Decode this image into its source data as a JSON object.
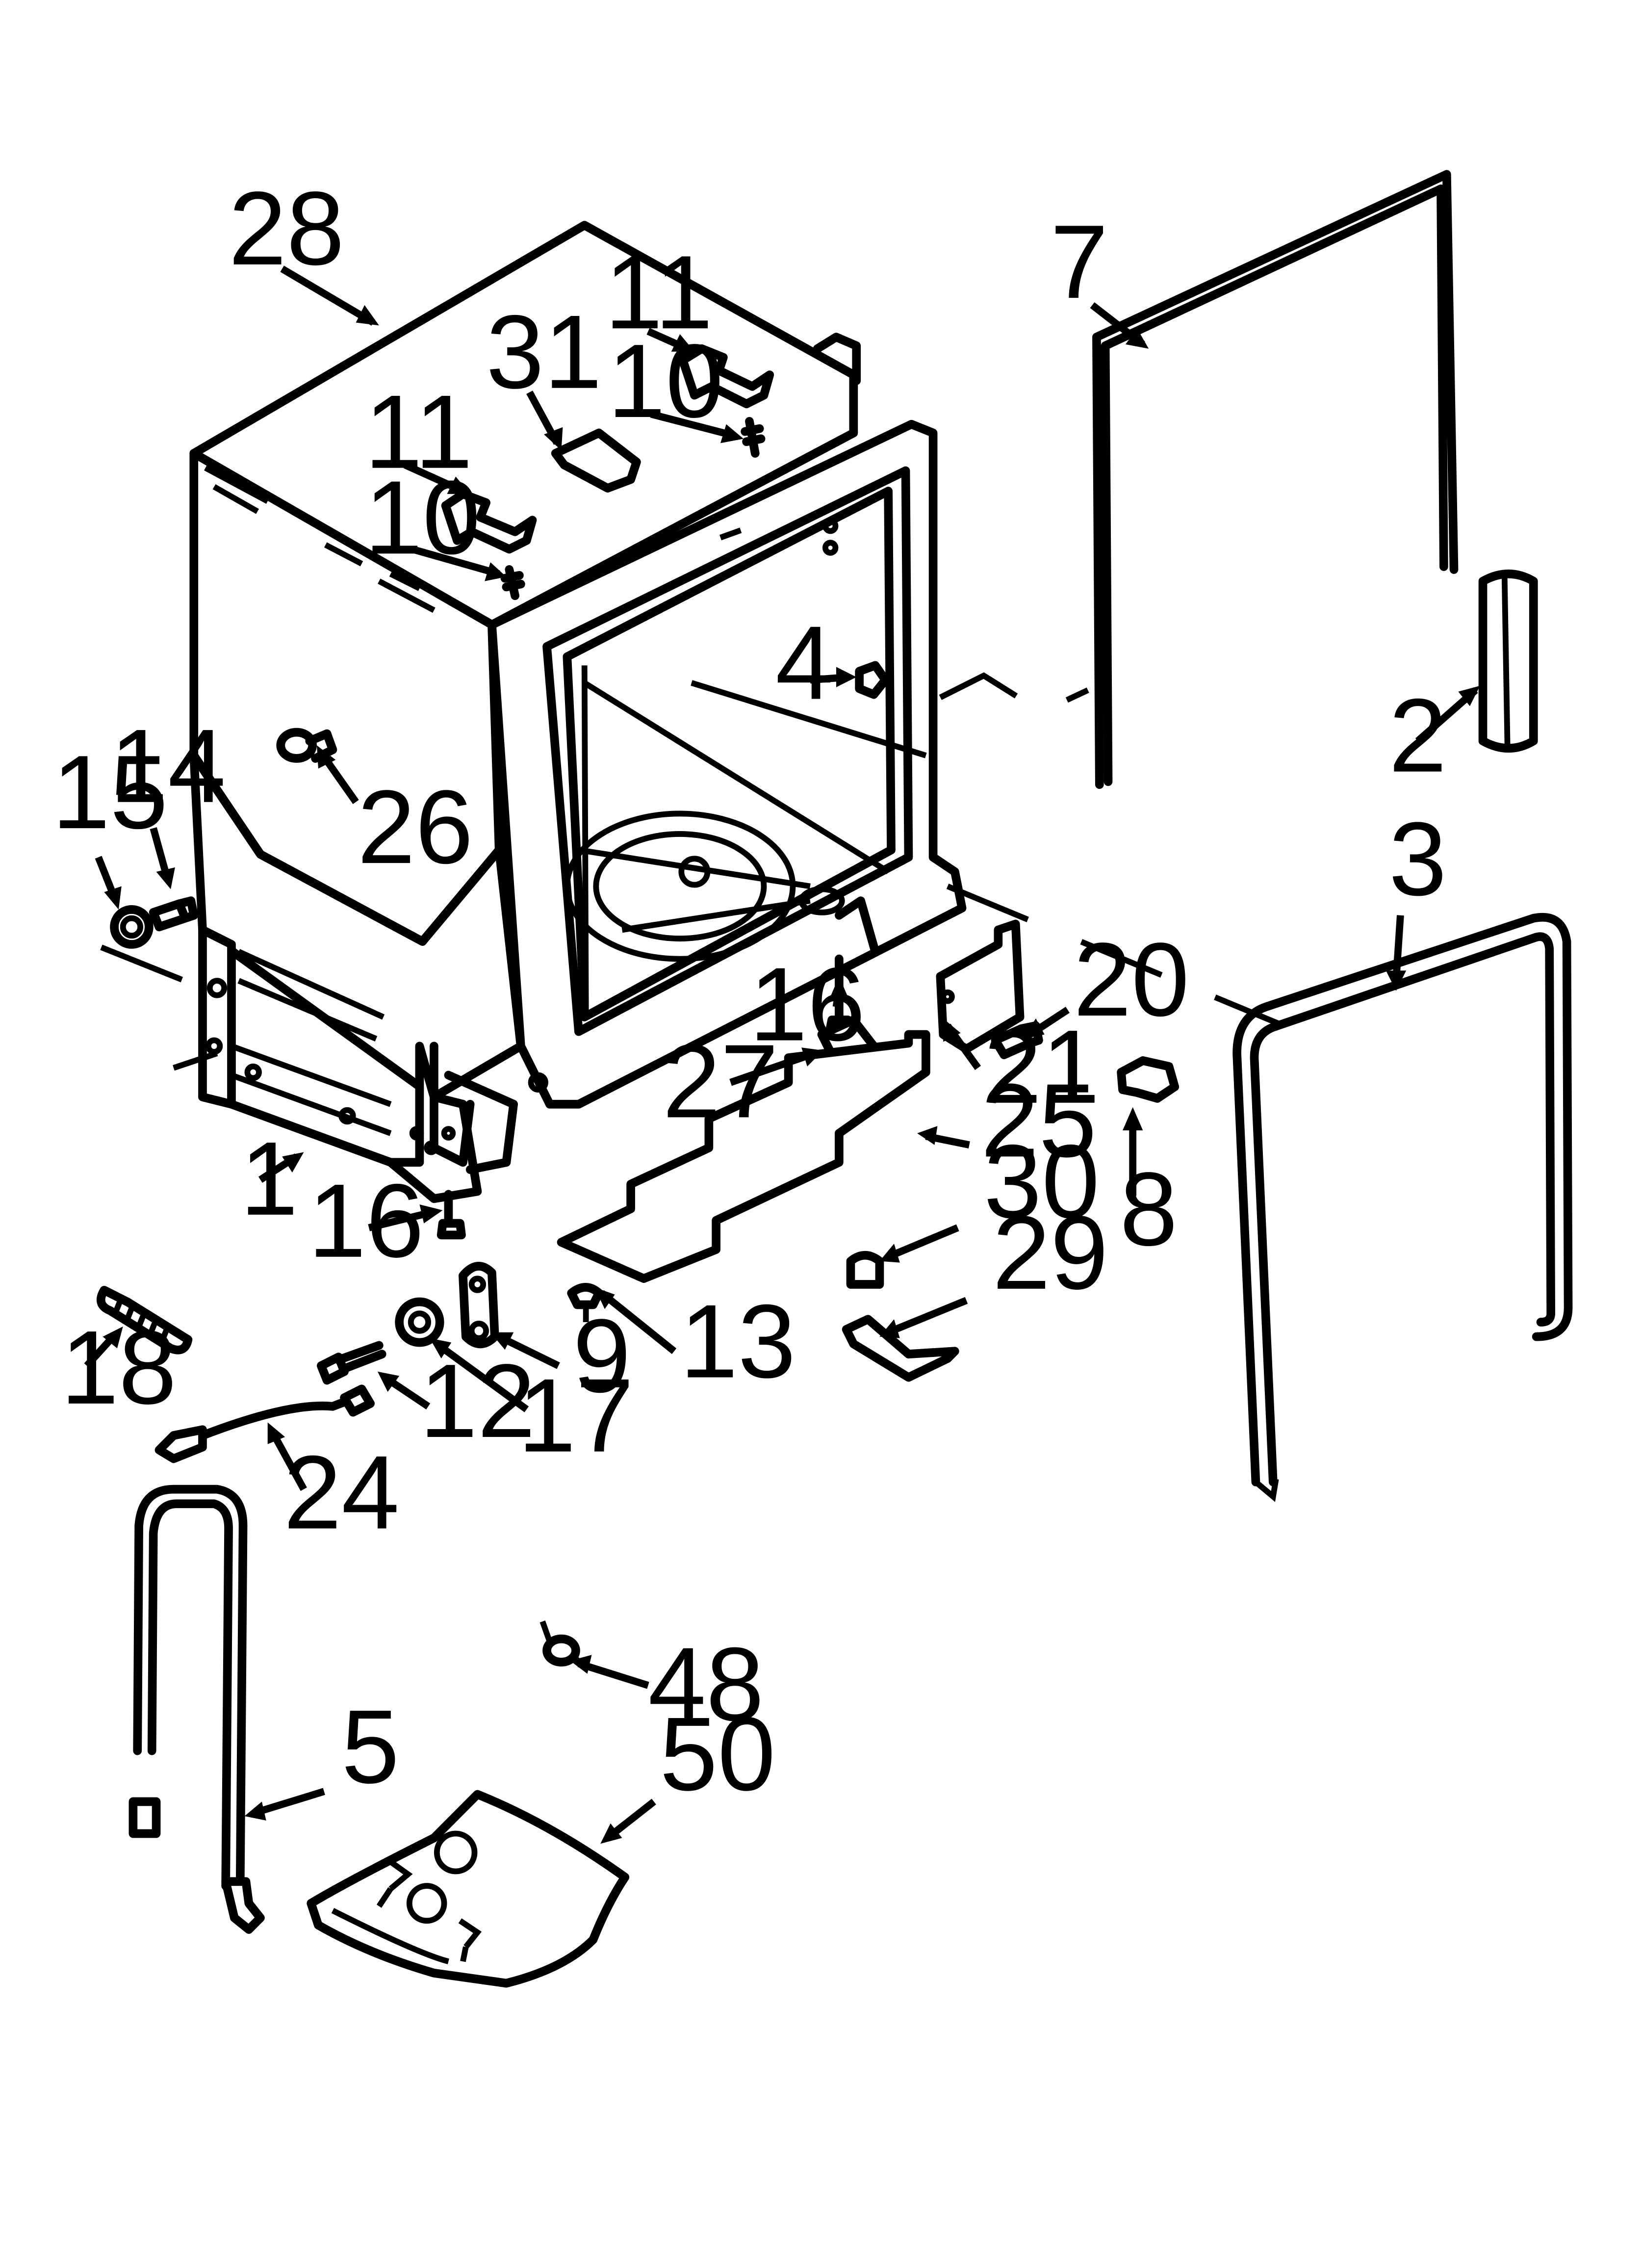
{
  "diagram": {
    "callouts": [
      {
        "id": "c28",
        "label": "28",
        "part": "tub"
      },
      {
        "id": "c7",
        "label": "7",
        "part": "door-seal-side"
      },
      {
        "id": "c11a",
        "label": "11",
        "part": "mounting-bracket"
      },
      {
        "id": "c31",
        "label": "31",
        "part": "clip"
      },
      {
        "id": "c10a",
        "label": "10",
        "part": "screw"
      },
      {
        "id": "c11b",
        "label": "11",
        "part": "mounting-bracket"
      },
      {
        "id": "c10b",
        "label": "10",
        "part": "screw"
      },
      {
        "id": "c4",
        "label": "4",
        "part": "plug"
      },
      {
        "id": "c2",
        "label": "2",
        "part": "tube"
      },
      {
        "id": "c26",
        "label": "26",
        "part": "plug"
      },
      {
        "id": "c15",
        "label": "15",
        "part": "nut"
      },
      {
        "id": "c14",
        "label": "14",
        "part": "screw"
      },
      {
        "id": "c3",
        "label": "3",
        "part": "door-gasket"
      },
      {
        "id": "c20",
        "label": "20",
        "part": "screw"
      },
      {
        "id": "c16a",
        "label": "16",
        "part": "leveling-leg"
      },
      {
        "id": "c21",
        "label": "21",
        "part": "bracket"
      },
      {
        "id": "c27",
        "label": "27",
        "part": "clip"
      },
      {
        "id": "c25",
        "label": "25",
        "part": "panel"
      },
      {
        "id": "c8",
        "label": "8",
        "part": "latch"
      },
      {
        "id": "c1",
        "label": "1",
        "part": "frame"
      },
      {
        "id": "c30",
        "label": "30",
        "part": "switch"
      },
      {
        "id": "c16b",
        "label": "16",
        "part": "leveling-leg"
      },
      {
        "id": "c29",
        "label": "29",
        "part": "bracket"
      },
      {
        "id": "c13",
        "label": "13",
        "part": "plug"
      },
      {
        "id": "c9",
        "label": "9",
        "part": "bracket"
      },
      {
        "id": "c18",
        "label": "18",
        "part": "spring"
      },
      {
        "id": "c12",
        "label": "12",
        "part": "bolt"
      },
      {
        "id": "c17",
        "label": "17",
        "part": "wheel"
      },
      {
        "id": "c24",
        "label": "24",
        "part": "wire"
      },
      {
        "id": "c48",
        "label": "48",
        "part": "clamp"
      },
      {
        "id": "c5",
        "label": "5",
        "part": "hose"
      },
      {
        "id": "c50",
        "label": "50",
        "part": "parts-bag"
      }
    ]
  }
}
